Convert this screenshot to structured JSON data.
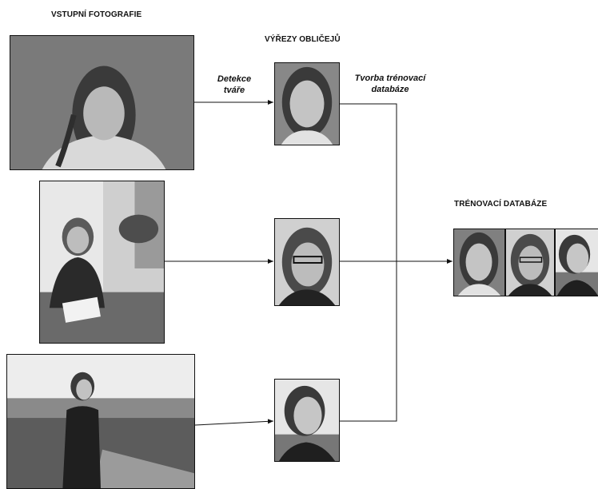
{
  "headings": {
    "input": "VSTUPNÍ FOTOGRAFIE",
    "crops": "VÝŘEZY OBLIČEJŮ",
    "database": "TRÉNOVACÍ DATABÁZE"
  },
  "steps": {
    "detection_line1": "Detekce",
    "detection_line2": "tváře",
    "training_line1": "Tvorba trénovací",
    "training_line2": "databáze"
  }
}
